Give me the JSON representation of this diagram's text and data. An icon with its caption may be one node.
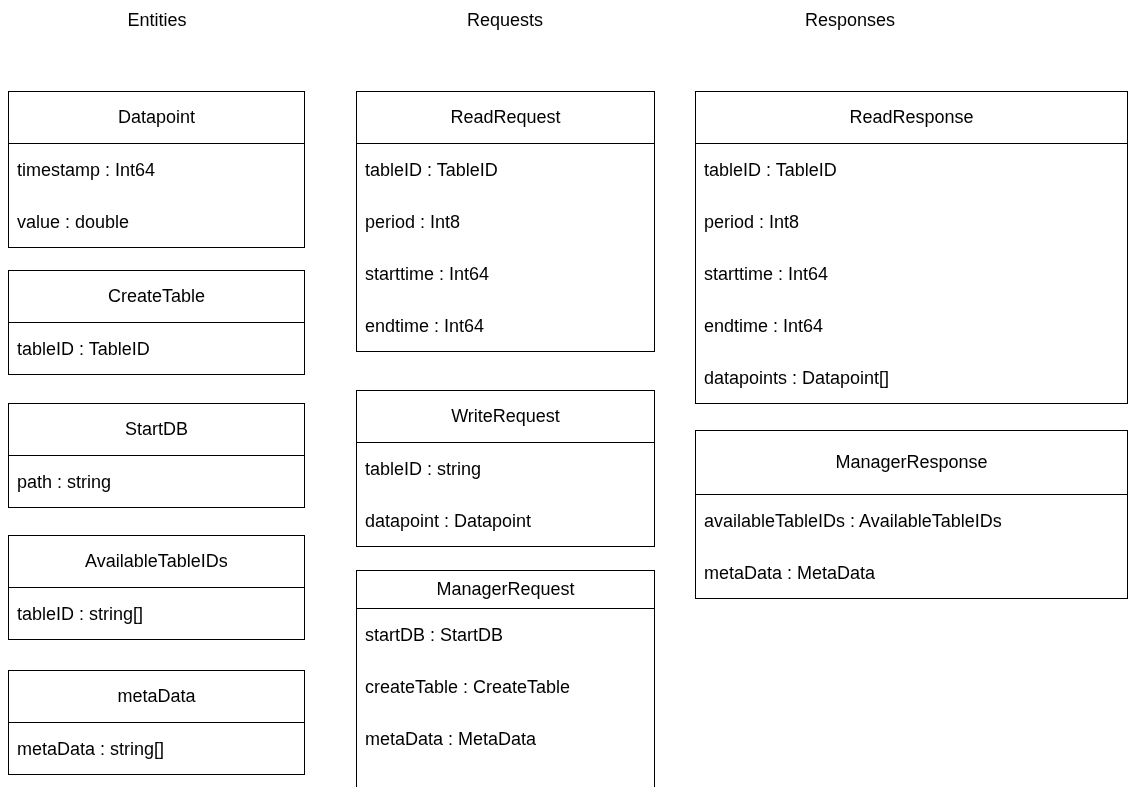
{
  "diagram": {
    "nodes": [
      {
        "text": [
          "Datapoint",
          "timestamp : Int64",
          "value : double"
        ]
      },
      {
        "text": [
          "CreateTable",
          "tableID : TableID"
        ]
      },
      {
        "text": [
          "StartDB",
          "path : string"
        ]
      },
      {
        "text": [
          "AvailableTableIDs",
          "tableID : string[]"
        ]
      },
      {
        "text": [
          "metaData",
          "metaData : string[]"
        ]
      },
      {
        "text": [
          "ReadRequest",
          "tableID : TableID",
          "period : Int8",
          "starttime : Int64",
          "endtime : Int64"
        ]
      },
      {
        "text": [
          "WriteRequest",
          "tableID : string",
          "datapoint : Datapoint"
        ]
      },
      {
        "text": [
          "ManagerRequest",
          "startDB : StartDB",
          "createTable : CreateTable",
          "metaData : MetaData"
        ]
      },
      {
        "text": [
          "ReadResponse",
          "tableID : TableID",
          "period : Int8",
          "starttime : Int64",
          "endtime : Int64",
          "datapoints : Datapoint[]"
        ]
      },
      {
        "text": [
          "ManagerResponse",
          "availableTableIDs : AvailableTableIDs",
          "metaData : MetaData"
        ]
      }
    ],
    "labels": [
      "Entities",
      "Requests",
      "Responses"
    ]
  }
}
